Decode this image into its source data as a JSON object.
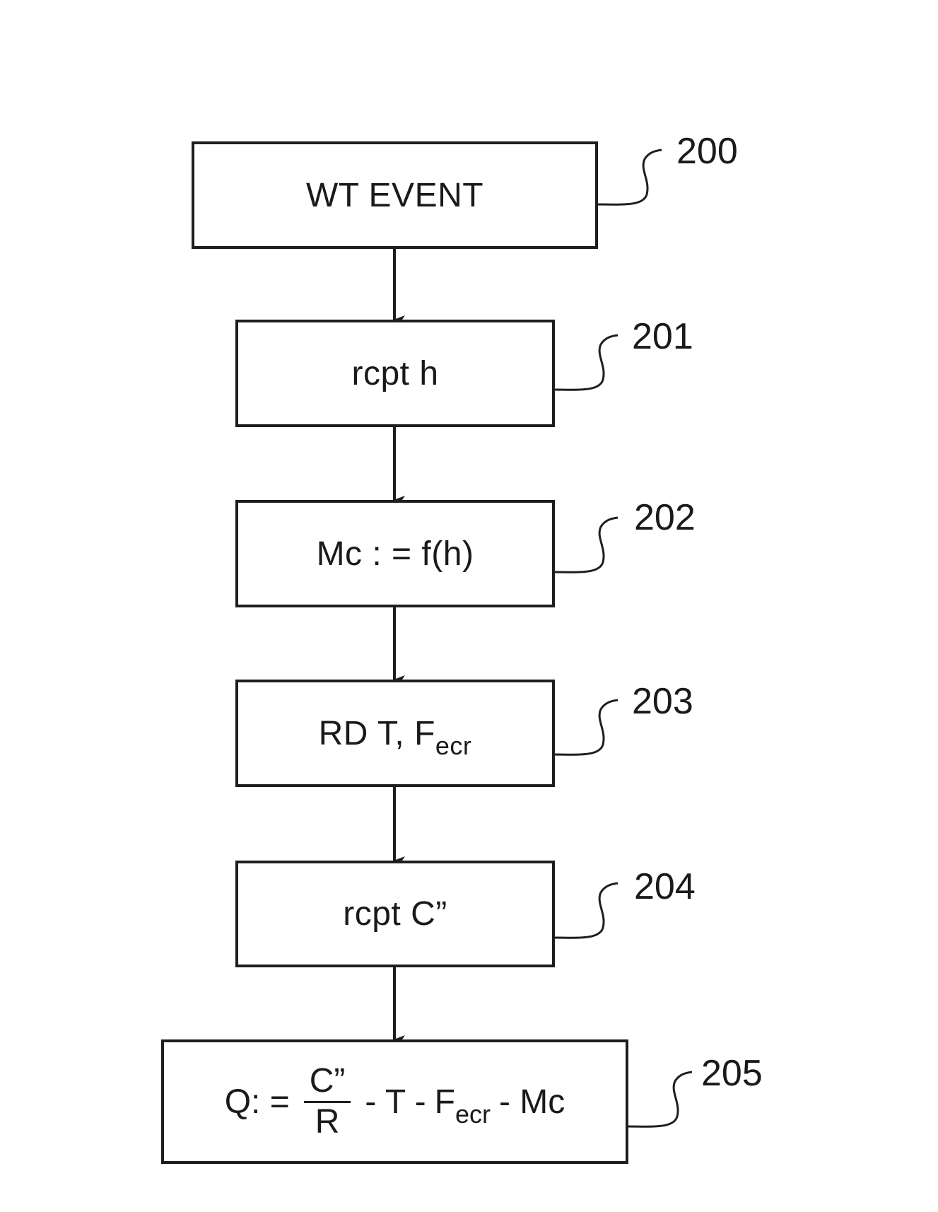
{
  "diagram": {
    "type": "flowchart",
    "steps": [
      {
        "ref": "200",
        "label": "WT EVENT"
      },
      {
        "ref": "201",
        "label": "rcpt h"
      },
      {
        "ref": "202",
        "label": "Mc : = f(h)"
      },
      {
        "ref": "203",
        "label_main": "RD T, F",
        "label_sub": "ecr"
      },
      {
        "ref": "204",
        "label": "rcpt C”"
      },
      {
        "ref": "205",
        "formula": {
          "lhs": "Q: =",
          "numerator": "C”",
          "denominator": "R",
          "minus1": "- T -",
          "f_main": "F",
          "f_sub": "ecr",
          "minus2": "- Mc"
        }
      }
    ],
    "edges": [
      {
        "from": "200",
        "to": "201"
      },
      {
        "from": "201",
        "to": "202"
      },
      {
        "from": "202",
        "to": "203"
      },
      {
        "from": "203",
        "to": "204"
      },
      {
        "from": "204",
        "to": "205"
      }
    ]
  }
}
